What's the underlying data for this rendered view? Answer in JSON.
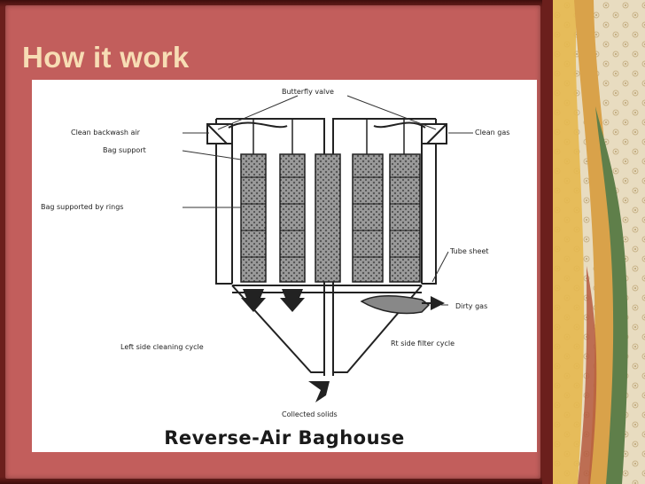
{
  "slide": {
    "title": "How it work"
  },
  "diagram": {
    "caption": "Reverse-Air Baghouse",
    "labels": {
      "butterfly_valve": "Butterfly valve",
      "clean_backwash_air": "Clean backwash air",
      "clean_gas": "Clean gas",
      "bag_support": "Bag support",
      "bag_supported_by_rings": "Bag supported by rings",
      "tube_sheet": "Tube sheet",
      "dirty_gas": "Dirty gas",
      "left_side_cleaning_cycle": "Left side cleaning cycle",
      "right_side_filter_cycle": "Rt side filter cycle",
      "collected_solids": "Collected solids"
    }
  },
  "colors": {
    "frame": "#6b1f1c",
    "panel": "#c25e5c",
    "title": "#f7ddb4",
    "strip_gold": "#e6b84f",
    "strip_green": "#5f7f4a",
    "strip_pattern": "#e8dcc0"
  }
}
